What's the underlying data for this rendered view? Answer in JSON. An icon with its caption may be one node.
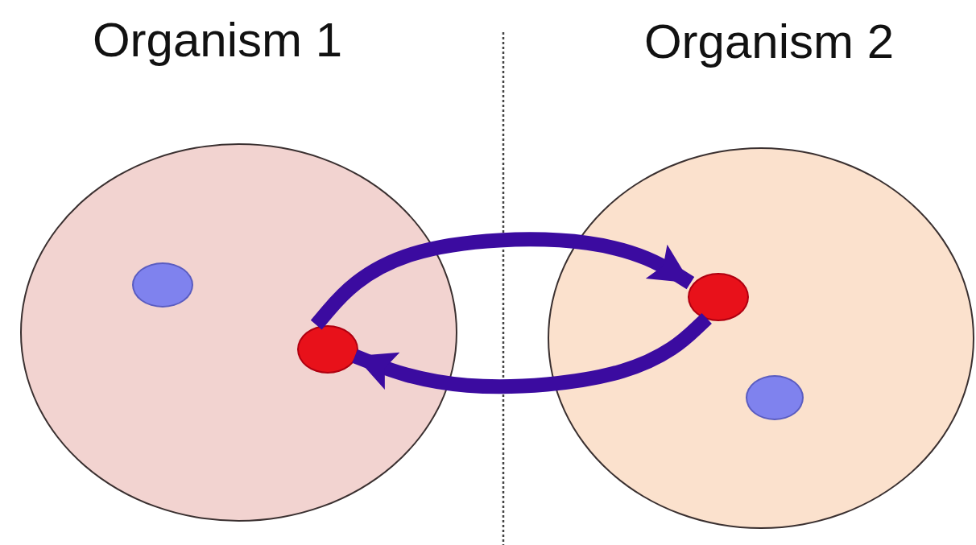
{
  "diagram": {
    "nodes": [
      {
        "text": [],
        "shape": "circle"
      },
      {
        "text": [],
        "shape": "circle",
        "in": 0
      },
      {
        "text": [],
        "shape": "circle",
        "in": 0
      },
      {
        "text": [],
        "shape": "circle"
      },
      {
        "text": [],
        "shape": "circle",
        "in": 3
      },
      {
        "text": [],
        "shape": "circle",
        "in": 3
      }
    ],
    "edges": [
      {
        "from": 2,
        "to": 4,
        "arrow": "to"
      },
      {
        "from": 4,
        "to": 2,
        "arrow": "to"
      }
    ],
    "labels": [
      "Organism 1",
      "Organism 2"
    ]
  }
}
